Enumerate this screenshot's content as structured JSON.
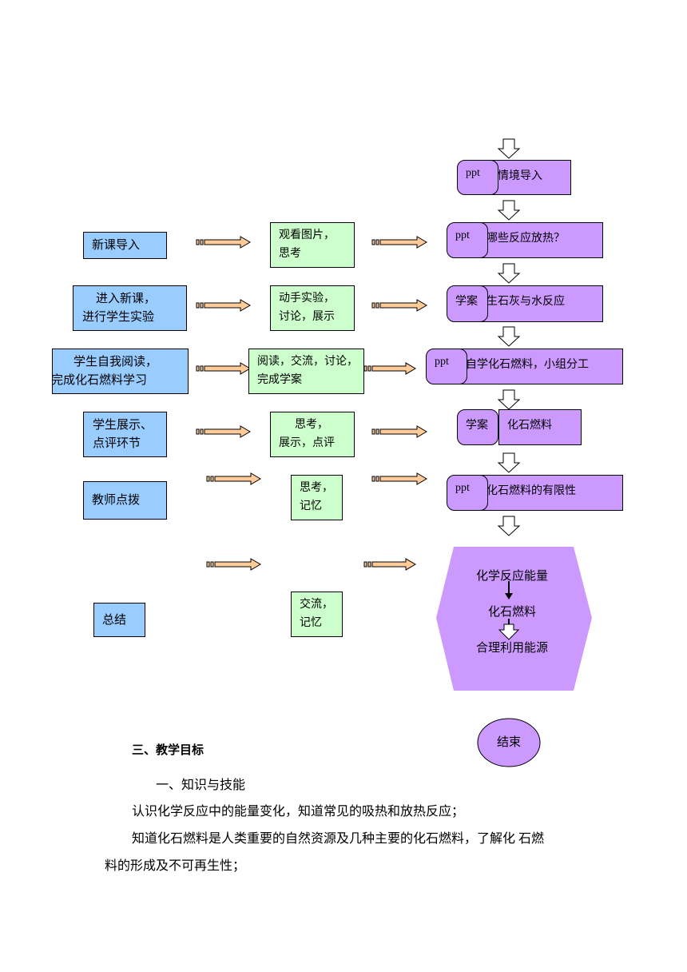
{
  "left_boxes": [
    {
      "text": "新课导入"
    },
    {
      "line1": "进入新课，",
      "line2": "进行学生实验"
    },
    {
      "line1": "学生自我阅读，",
      "line2": "完成化石燃料学习"
    },
    {
      "line1": "学生展示、",
      "line2": "点评环节"
    },
    {
      "text": "教师点拨"
    },
    {
      "text": "总结"
    }
  ],
  "middle_boxes": [
    {
      "line1": "观看图片，",
      "line2": "思考"
    },
    {
      "line1": "动手实验，",
      "line2": "讨论，展示"
    },
    {
      "line1": "阅读，交流，讨论，",
      "line2": "完成学案"
    },
    {
      "line1": "思考，",
      "line2": "展示，点评"
    },
    {
      "line1": "思考，",
      "line2": "记忆"
    },
    {
      "line1": "交流，",
      "line2": "记忆"
    }
  ],
  "right_items": [
    {
      "tag": "ppt",
      "text": "情境导入"
    },
    {
      "tag": "ppt",
      "text": "哪些反应放热？"
    },
    {
      "tag": "学案",
      "text": "生石灰与水反应"
    },
    {
      "tag": "ppt",
      "text": "自学化石燃料，小组分工"
    },
    {
      "tag": "学案",
      "text": "化石燃料"
    },
    {
      "tag": "ppt",
      "text": "化石燃料的有限性"
    }
  ],
  "hexagon": {
    "line1": "化学反应能量",
    "line2": "化石燃料",
    "line3": "合理利用能源"
  },
  "end_label": "结束",
  "colors": {
    "blue": "#99ccff",
    "green": "#ccffcc",
    "purple": "#cc99ff",
    "arrow": "#ffcc99"
  },
  "document": {
    "heading": "三、教学目标",
    "subheading": "一、知识与技能",
    "para1": "认识化学反应中的能量变化，知道常见的吸热和放热反应；",
    "para2_line1": "知道化石燃料是人类重要的自然资源及几种主要的化石燃料，了解化  石燃",
    "para2_line2": "料的形成及不可再生性；"
  }
}
